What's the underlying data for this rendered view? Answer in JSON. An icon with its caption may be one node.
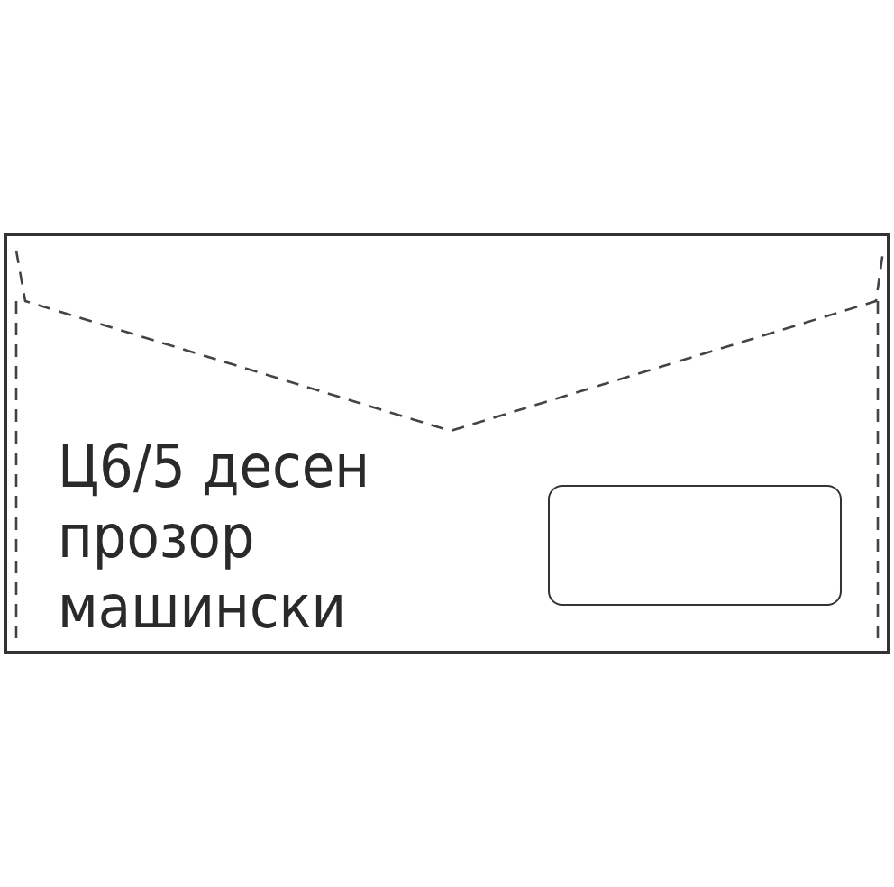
{
  "diagram": {
    "nodes": [
      {
        "text": [
          "Ц6/5 десен прозор машински"
        ]
      },
      {
        "text": [],
        "shape": "box",
        "in": 0
      }
    ]
  }
}
